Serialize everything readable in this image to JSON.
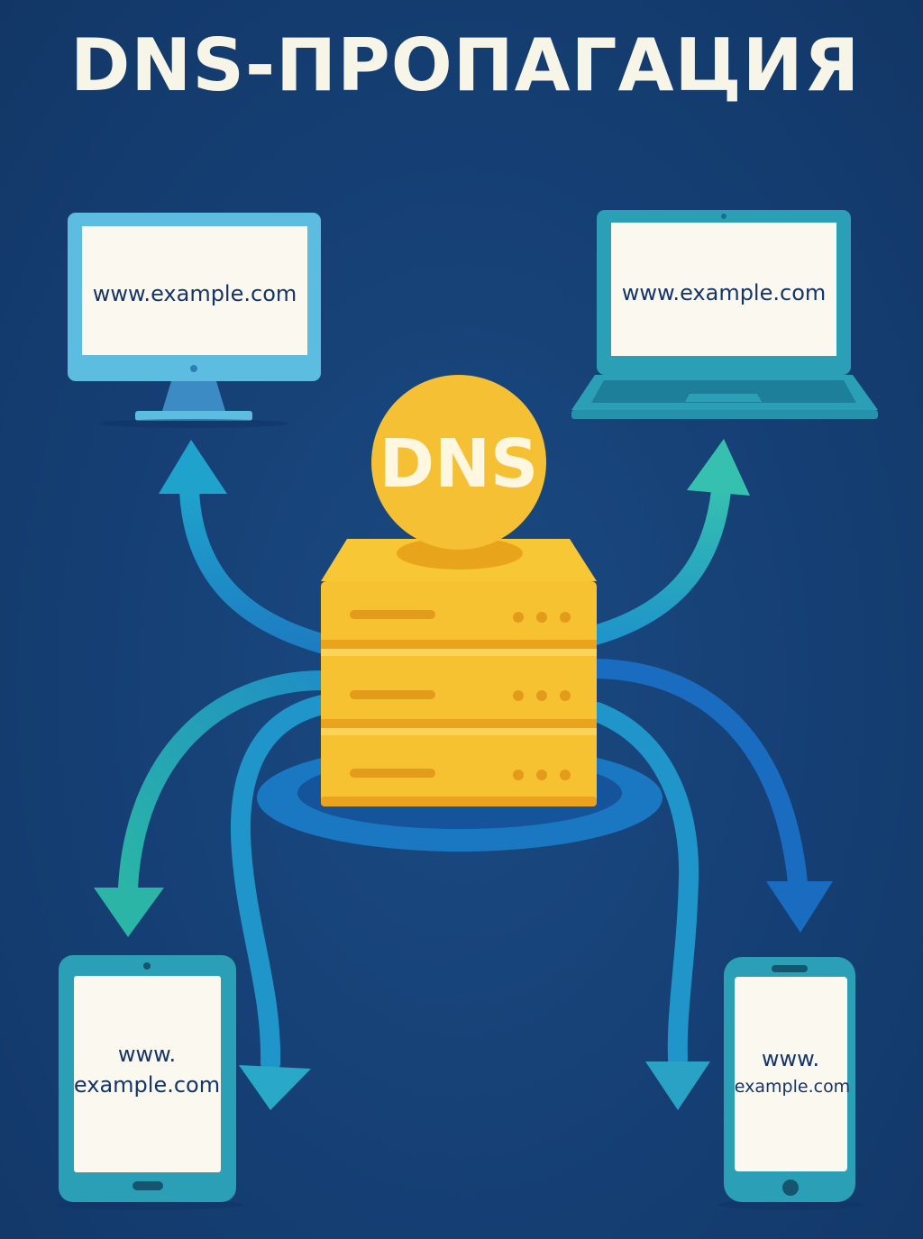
{
  "title": "DNS-ПРОПАГАЦИЯ",
  "dns_label": "DNS",
  "devices": {
    "monitor": {
      "url": "www.example.com"
    },
    "laptop": {
      "url": "www.example.com"
    },
    "tablet": {
      "line1": "www.",
      "line2": "example.com"
    },
    "phone": {
      "line1": "www.",
      "line2": "example.com"
    }
  },
  "colors": {
    "background": "#153f74",
    "server": "#f7c232",
    "server_dark": "#eaa31c",
    "dns_badge": "#f6c034",
    "arrow_teal": "#2ab5b0",
    "arrow_blue": "#1f95c9",
    "arrow_dark_blue": "#1a6cc0",
    "screen": "#fbf9ef",
    "device_light_blue": "#5dbde0",
    "device_teal": "#2a9fb5"
  }
}
